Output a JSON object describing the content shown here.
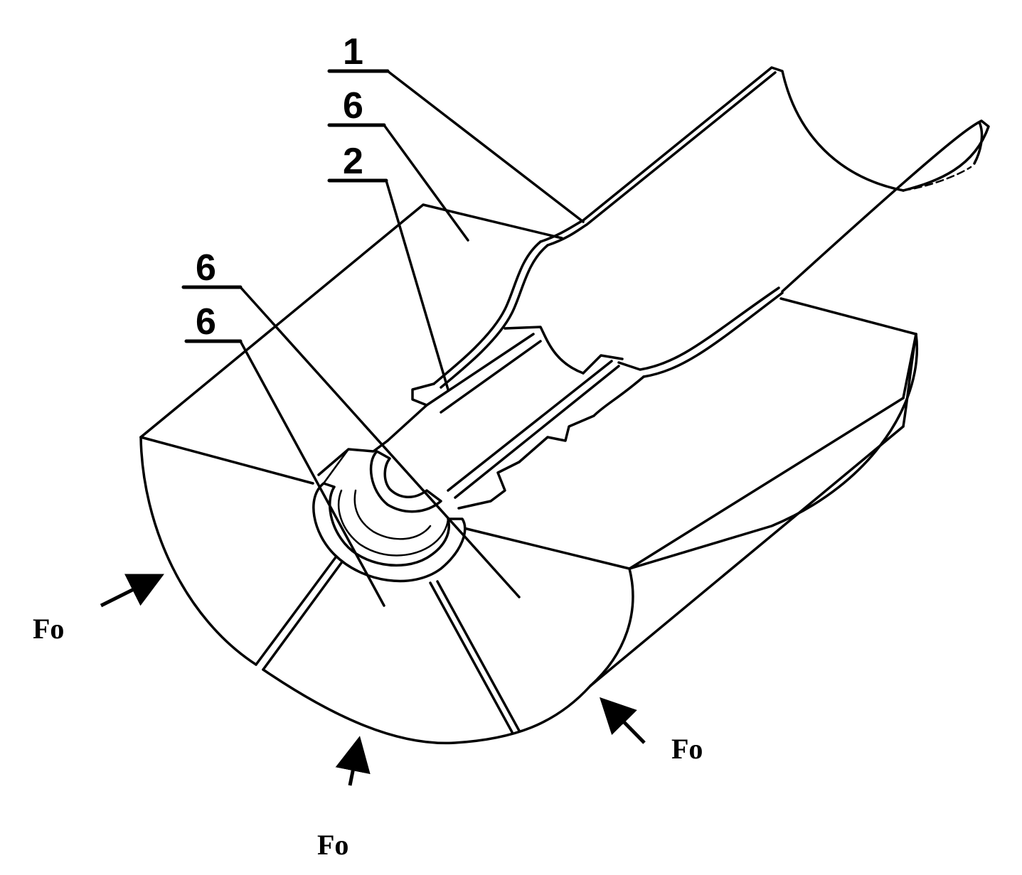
{
  "reference_labels": {
    "label_1": "1",
    "label_6_top": "6",
    "label_2": "2",
    "label_6_mid": "6",
    "label_6_low": "6"
  },
  "force_labels": {
    "left": "Fo",
    "bottom": "Fo",
    "right": "Fo"
  }
}
